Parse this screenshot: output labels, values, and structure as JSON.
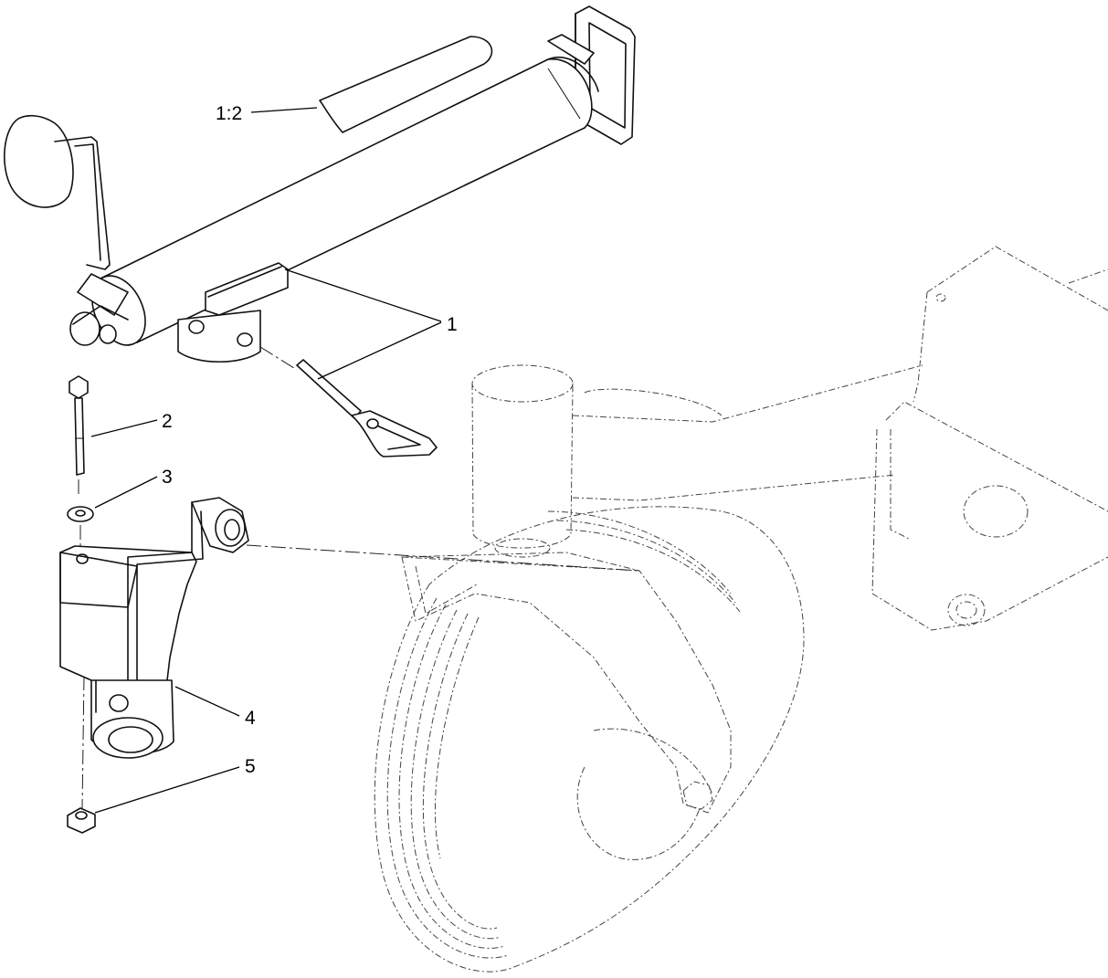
{
  "callouts": {
    "c1_2": "1:2",
    "c1": "1",
    "c2": "2",
    "c3": "3",
    "c4": "4",
    "c5": "5"
  }
}
